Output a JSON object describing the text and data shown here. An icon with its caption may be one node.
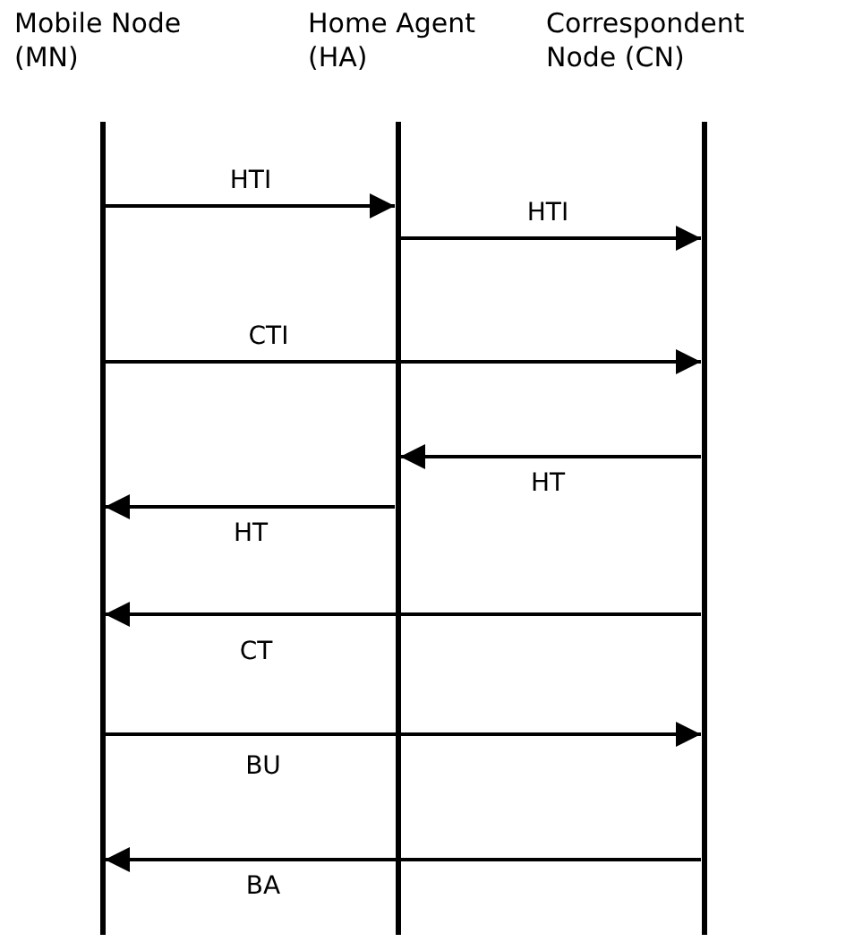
{
  "diagram": {
    "nodes": [
      {
        "text": [
          "Mobile Node (MN)"
        ]
      },
      {
        "text": [
          "Home Agent (HA)"
        ]
      },
      {
        "text": [
          "Correspondent Node (CN)"
        ]
      }
    ],
    "edges": [
      {
        "from": 0,
        "to": 1,
        "arrow": "to",
        "label": "HTI"
      },
      {
        "from": 1,
        "to": 2,
        "arrow": "to",
        "label": "HTI"
      },
      {
        "from": 0,
        "to": 2,
        "arrow": "to",
        "label": "CTI"
      },
      {
        "from": 2,
        "to": 1,
        "arrow": "to",
        "label": "HT"
      },
      {
        "from": 1,
        "to": 0,
        "arrow": "to",
        "label": "HT"
      },
      {
        "from": 2,
        "to": 0,
        "arrow": "to",
        "label": "CT"
      },
      {
        "from": 0,
        "to": 2,
        "arrow": "to",
        "label": "BU"
      },
      {
        "from": 2,
        "to": 0,
        "arrow": "to",
        "label": "BA"
      }
    ]
  }
}
